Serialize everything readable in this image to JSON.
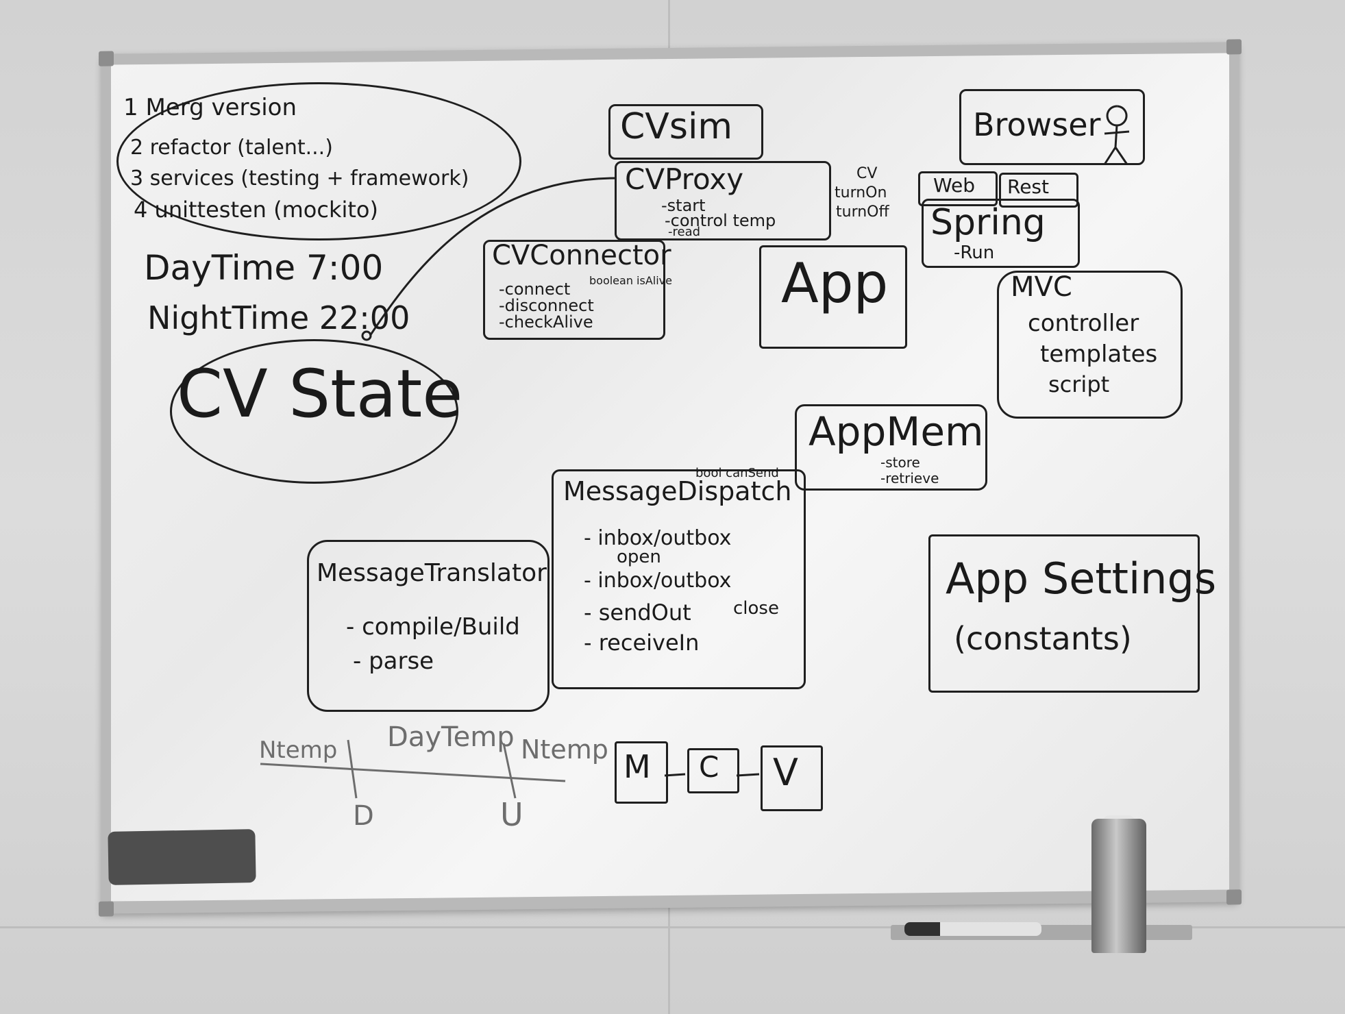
{
  "todo": {
    "line1": "1 Merg version",
    "line2": "2 refactor (talent...)",
    "line3": "3 services (testing + framework)",
    "line4": "4 unittesten (mockito)"
  },
  "schedule": {
    "day": "DayTime 7:00",
    "night": "NightTime 22:00"
  },
  "cv_state": "CV State",
  "cvsim": "CVsim",
  "cvproxy": {
    "title": "CVProxy",
    "items": [
      "-start",
      "-control temp",
      "-read"
    ],
    "side": [
      "CV",
      "turnOn",
      "turnOff"
    ]
  },
  "cvconnector": {
    "title": "CVConnector",
    "items": [
      "-connect",
      "-disconnect",
      "-checkAlive"
    ],
    "note": "boolean isAlive"
  },
  "browser": "Browser",
  "web": "Web",
  "rest": "Rest",
  "spring": {
    "title": "Spring",
    "sub": "-Run"
  },
  "mvc": {
    "title": "MVC",
    "items": [
      "controller",
      "templates",
      "script"
    ]
  },
  "app": "App",
  "appmem": {
    "title": "AppMem",
    "items": [
      "-store",
      "-retrieve"
    ]
  },
  "dispatch": {
    "title": "MessageDispatch",
    "note": "bool canSend",
    "items": [
      "- inbox/outbox",
      "open",
      "- inbox/outbox",
      "close",
      "- sendOut",
      "- receiveIn"
    ]
  },
  "translator": {
    "title": "MessageTranslator",
    "items": [
      "- compile/Build",
      "- parse"
    ]
  },
  "settings": {
    "title": "App Settings",
    "sub": "(constants)"
  },
  "temp": {
    "left": "Ntemp",
    "middle": "DayTemp",
    "right": "Ntemp",
    "down": "D",
    "up": "U"
  },
  "mvc_chain": [
    "M",
    "C",
    "V"
  ]
}
